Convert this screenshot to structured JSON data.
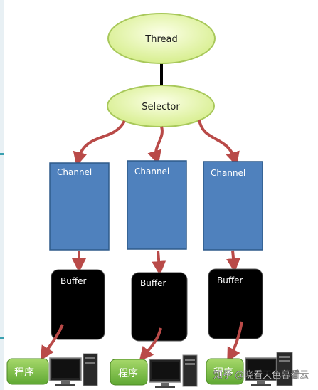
{
  "thread": {
    "label": "Thread"
  },
  "selector": {
    "label": "Selector"
  },
  "channels": [
    {
      "label": "Channel"
    },
    {
      "label": "Channel"
    },
    {
      "label": "Channel"
    }
  ],
  "buffers": [
    {
      "label": "Buffer"
    },
    {
      "label": "Buffer"
    },
    {
      "label": "Buffer"
    }
  ],
  "programs": [
    {
      "label": "程序"
    },
    {
      "label": "程序"
    },
    {
      "label": "程序"
    }
  ],
  "watermark": {
    "text": "知乎 @晓看天色暮看云"
  },
  "colors": {
    "ellipse_fill": "#e6f5b0",
    "ellipse_stroke": "#9dbf4a",
    "channel_fill": "#4f81bd",
    "channel_stroke": "#2e5a8a",
    "buffer_fill": "#000000",
    "arrow": "#b94a48",
    "program_fill": "#7cc046"
  }
}
